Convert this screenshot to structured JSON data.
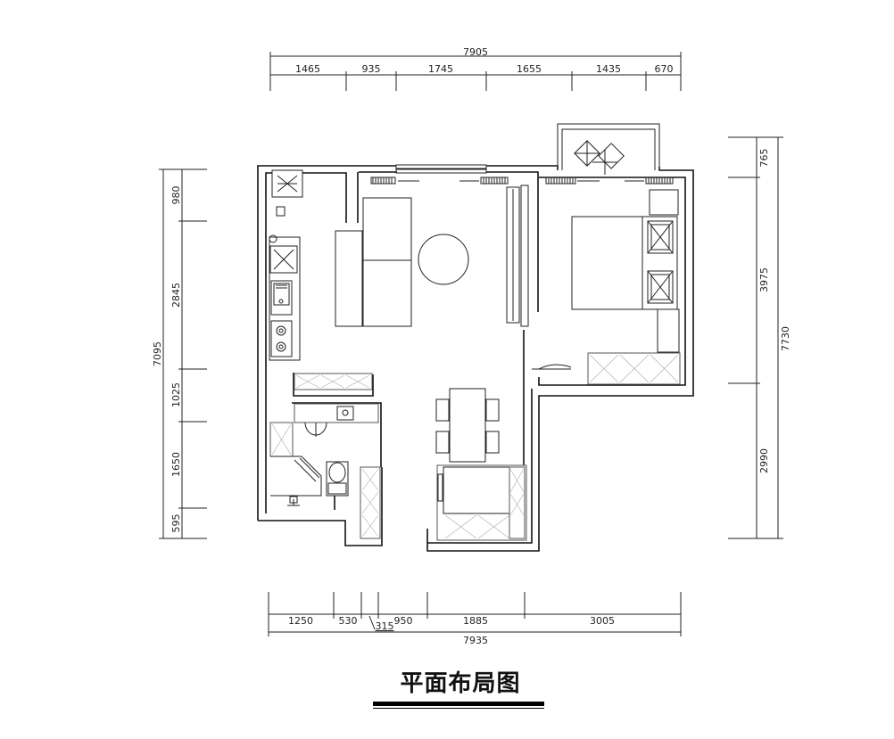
{
  "title": "平面布局图",
  "dimensions": {
    "top_total": "7905",
    "top_segments": [
      "1465",
      "935",
      "1745",
      "1655",
      "1435",
      "670"
    ],
    "bottom_total": "7935",
    "bottom_segments": [
      "1250",
      "530",
      "315",
      "950",
      "1885",
      "3005"
    ],
    "left_total": "7095",
    "left_segments": [
      "980",
      "2845",
      "1025",
      "1650",
      "595"
    ],
    "right_total": "7730",
    "right_segments": [
      "765",
      "3975",
      "2990"
    ]
  }
}
